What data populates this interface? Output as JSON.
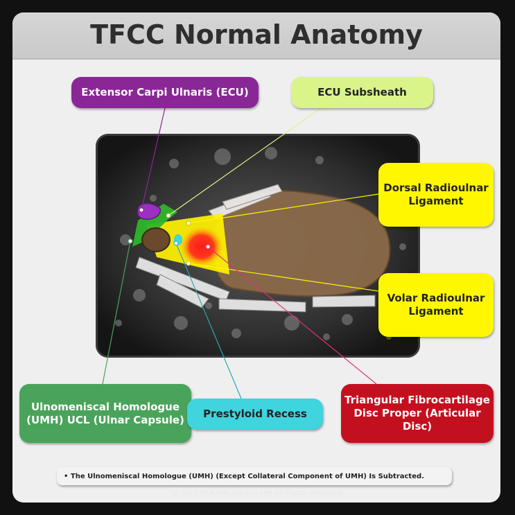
{
  "title": "TFCC Normal Anatomy",
  "labels": {
    "ecu": "Extensor Carpi Ulnaris (ECU)",
    "ecu_subsheath": "ECU Subsheath",
    "dorsal_rul": "Dorsal Radioulnar Ligament",
    "volar_rul": "Volar Radioulnar Ligament",
    "umh": "Ulnomeniscal Homologue (UMH) UCL (Ulnar Capsule)",
    "prestyloid": "Prestyloid Recess",
    "tfc": "Triangular Fibrocartilage Disc Proper (Articular Disc)"
  },
  "note": "• The Ulnomeniscal Homologue (UMH) (Except Collateral Component of UMH) Is Subtracted.",
  "copyright": "@ 2022 MSK MRI Jee Eun Lee All Rights Reserved.",
  "colors": {
    "ecu": "#8a2796",
    "ecu_subsheath": "#d9f58a",
    "ligament": "#fff700",
    "umh": "#4aa35b",
    "prestyloid": "#3fd4de",
    "tfc": "#c3101f",
    "radius": "#8a6a4a"
  }
}
